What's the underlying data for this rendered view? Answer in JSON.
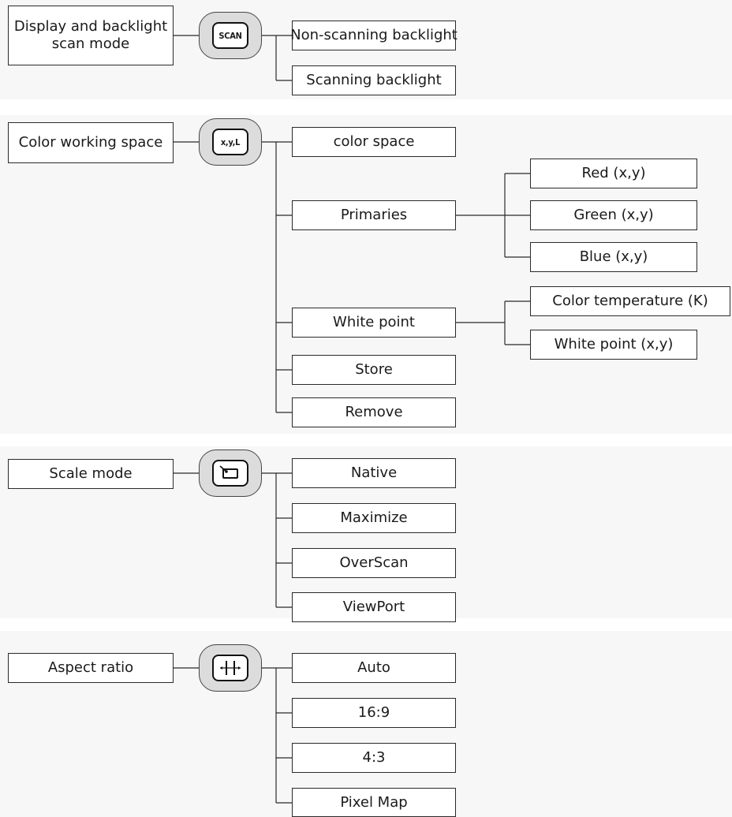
{
  "groups": {
    "scan": {
      "label": "Display and backlight scan mode",
      "key_text": "SCAN",
      "options": [
        "Non-scanning backlight",
        "Scanning backlight"
      ]
    },
    "color": {
      "label": "Color working space",
      "key_text": "x,y,L",
      "options": {
        "color_space": "color space",
        "primaries": "Primaries",
        "white_point": "White point",
        "store": "Store",
        "remove": "Remove"
      },
      "primaries_sub": [
        "Red (x,y)",
        "Green (x,y)",
        "Blue (x,y)"
      ],
      "white_point_sub": [
        "Color temperature (K)",
        "White point (x,y)"
      ]
    },
    "scale": {
      "label": "Scale mode",
      "key_icon": "scale-mode-icon",
      "options": [
        "Native",
        "Maximize",
        "OverScan",
        "ViewPort"
      ]
    },
    "aspect": {
      "label": "Aspect ratio",
      "key_icon": "aspect-ratio-icon",
      "options": [
        "Auto",
        "16:9",
        "4:3",
        "Pixel Map"
      ]
    }
  },
  "colors": {
    "line": "#2a2a2a",
    "band": "#f7f7f7",
    "key_fill": "#dcdcdc"
  }
}
